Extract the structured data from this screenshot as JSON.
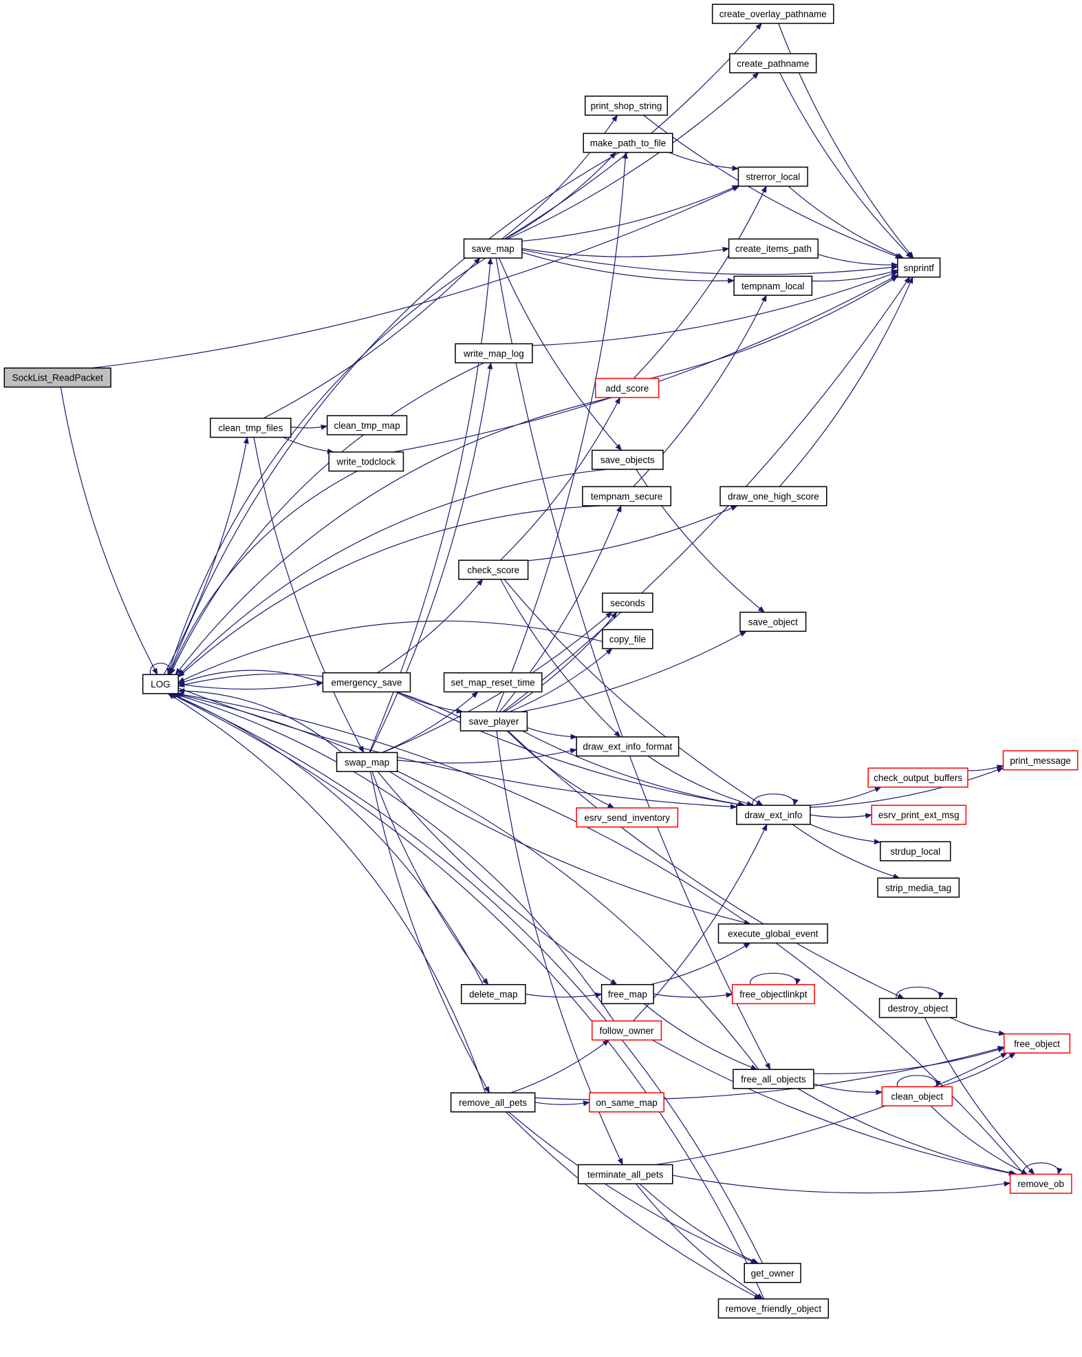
{
  "colors": {
    "edge": "#191970",
    "node_border": "#000000",
    "node_fill": "#ffffff",
    "root_fill": "#bfbfbf",
    "truncated_border": "#ff0000"
  },
  "nodes": {
    "sock": {
      "label": "SockList_ReadPacket",
      "style": "root"
    },
    "log": {
      "label": "LOG",
      "style": "normal"
    },
    "create_overlay": {
      "label": "create_overlay_pathname",
      "style": "normal"
    },
    "create_pathname": {
      "label": "create_pathname",
      "style": "normal"
    },
    "print_shop": {
      "label": "print_shop_string",
      "style": "normal"
    },
    "make_path": {
      "label": "make_path_to_file",
      "style": "normal"
    },
    "strerror": {
      "label": "strerror_local",
      "style": "normal"
    },
    "save_map": {
      "label": "save_map",
      "style": "normal"
    },
    "create_items": {
      "label": "create_items_path",
      "style": "normal"
    },
    "snprintf": {
      "label": "snprintf",
      "style": "normal"
    },
    "tempnam_local": {
      "label": "tempnam_local",
      "style": "normal"
    },
    "write_map_log": {
      "label": "write_map_log",
      "style": "normal"
    },
    "add_score": {
      "label": "add_score",
      "style": "truncated"
    },
    "clean_tmp_files": {
      "label": "clean_tmp_files",
      "style": "normal"
    },
    "clean_tmp_map": {
      "label": "clean_tmp_map",
      "style": "normal"
    },
    "write_todclock": {
      "label": "write_todclock",
      "style": "normal"
    },
    "save_objects": {
      "label": "save_objects",
      "style": "normal"
    },
    "tempnam_secure": {
      "label": "tempnam_secure",
      "style": "normal"
    },
    "draw_one_high": {
      "label": "draw_one_high_score",
      "style": "normal"
    },
    "check_score": {
      "label": "check_score",
      "style": "normal"
    },
    "seconds": {
      "label": "seconds",
      "style": "normal"
    },
    "save_object": {
      "label": "save_object",
      "style": "normal"
    },
    "copy_file": {
      "label": "copy_file",
      "style": "normal"
    },
    "emergency_save": {
      "label": "emergency_save",
      "style": "normal"
    },
    "set_map_reset": {
      "label": "set_map_reset_time",
      "style": "normal"
    },
    "save_player": {
      "label": "save_player",
      "style": "normal"
    },
    "draw_ext_fmt": {
      "label": "draw_ext_info_format",
      "style": "normal"
    },
    "swap_map": {
      "label": "swap_map",
      "style": "normal"
    },
    "print_message": {
      "label": "print_message",
      "style": "truncated"
    },
    "check_output": {
      "label": "check_output_buffers",
      "style": "truncated"
    },
    "draw_ext_info": {
      "label": "draw_ext_info",
      "style": "normal"
    },
    "esrv_send_inv": {
      "label": "esrv_send_inventory",
      "style": "truncated"
    },
    "esrv_print_ext": {
      "label": "esrv_print_ext_msg",
      "style": "truncated"
    },
    "strdup_local": {
      "label": "strdup_local",
      "style": "normal"
    },
    "strip_media": {
      "label": "strip_media_tag",
      "style": "normal"
    },
    "execute_global": {
      "label": "execute_global_event",
      "style": "normal"
    },
    "delete_map": {
      "label": "delete_map",
      "style": "normal"
    },
    "free_map": {
      "label": "free_map",
      "style": "normal"
    },
    "free_objlink": {
      "label": "free_objectlinkpt",
      "style": "truncated"
    },
    "destroy_object": {
      "label": "destroy_object",
      "style": "normal"
    },
    "follow_owner": {
      "label": "follow_owner",
      "style": "truncated"
    },
    "free_object": {
      "label": "free_object",
      "style": "truncated"
    },
    "free_all_objects": {
      "label": "free_all_objects",
      "style": "normal"
    },
    "remove_all_pets": {
      "label": "remove_all_pets",
      "style": "normal"
    },
    "on_same_map": {
      "label": "on_same_map",
      "style": "truncated"
    },
    "clean_object": {
      "label": "clean_object",
      "style": "truncated"
    },
    "terminate_all_pets": {
      "label": "terminate_all_pets",
      "style": "normal"
    },
    "remove_ob": {
      "label": "remove_ob",
      "style": "truncated"
    },
    "get_owner": {
      "label": "get_owner",
      "style": "normal"
    },
    "remove_friendly": {
      "label": "remove_friendly_object",
      "style": "normal"
    }
  },
  "edges": [
    [
      "sock",
      "log"
    ],
    [
      "sock",
      "strerror"
    ],
    [
      "log",
      "log"
    ],
    [
      "save_map",
      "create_overlay"
    ],
    [
      "save_map",
      "create_pathname"
    ],
    [
      "save_map",
      "print_shop"
    ],
    [
      "save_map",
      "make_path"
    ],
    [
      "save_map",
      "strerror"
    ],
    [
      "save_map",
      "snprintf"
    ],
    [
      "save_map",
      "create_items"
    ],
    [
      "save_map",
      "tempnam_local"
    ],
    [
      "save_map",
      "save_objects"
    ],
    [
      "save_map",
      "free_all_objects"
    ],
    [
      "save_map",
      "log"
    ],
    [
      "make_path",
      "strerror"
    ],
    [
      "make_path",
      "log"
    ],
    [
      "create_overlay",
      "snprintf"
    ],
    [
      "create_pathname",
      "snprintf"
    ],
    [
      "print_shop",
      "snprintf"
    ],
    [
      "strerror",
      "snprintf"
    ],
    [
      "create_items",
      "snprintf"
    ],
    [
      "tempnam_local",
      "snprintf"
    ],
    [
      "write_map_log",
      "snprintf"
    ],
    [
      "write_map_log",
      "log"
    ],
    [
      "add_score",
      "snprintf"
    ],
    [
      "add_score",
      "strerror"
    ],
    [
      "add_score",
      "log"
    ],
    [
      "clean_tmp_files",
      "clean_tmp_map"
    ],
    [
      "clean_tmp_files",
      "write_todclock"
    ],
    [
      "clean_tmp_files",
      "save_map"
    ],
    [
      "clean_tmp_files",
      "swap_map"
    ],
    [
      "write_todclock",
      "snprintf"
    ],
    [
      "write_todclock",
      "log"
    ],
    [
      "save_objects",
      "save_object"
    ],
    [
      "save_objects",
      "log"
    ],
    [
      "tempnam_secure",
      "tempnam_local"
    ],
    [
      "tempnam_secure",
      "log"
    ],
    [
      "draw_one_high",
      "snprintf"
    ],
    [
      "check_score",
      "add_score"
    ],
    [
      "check_score",
      "draw_one_high"
    ],
    [
      "check_score",
      "draw_ext_fmt"
    ],
    [
      "check_score",
      "draw_ext_info"
    ],
    [
      "copy_file",
      "log"
    ],
    [
      "emergency_save",
      "check_score"
    ],
    [
      "emergency_save",
      "save_player"
    ],
    [
      "emergency_save",
      "log"
    ],
    [
      "emergency_save",
      "draw_ext_info"
    ],
    [
      "log",
      "emergency_save"
    ],
    [
      "log",
      "clean_tmp_files"
    ],
    [
      "log",
      "draw_ext_info"
    ],
    [
      "save_player",
      "make_path"
    ],
    [
      "save_player",
      "tempnam_secure"
    ],
    [
      "save_player",
      "seconds"
    ],
    [
      "save_player",
      "copy_file"
    ],
    [
      "save_player",
      "save_object"
    ],
    [
      "save_player",
      "snprintf"
    ],
    [
      "save_player",
      "draw_ext_fmt"
    ],
    [
      "save_player",
      "esrv_send_inv"
    ],
    [
      "save_player",
      "draw_ext_info"
    ],
    [
      "save_player",
      "destroy_object"
    ],
    [
      "save_player",
      "terminate_all_pets"
    ],
    [
      "save_player",
      "log"
    ],
    [
      "swap_map",
      "save_map"
    ],
    [
      "swap_map",
      "write_map_log"
    ],
    [
      "swap_map",
      "set_map_reset"
    ],
    [
      "swap_map",
      "seconds"
    ],
    [
      "swap_map",
      "draw_ext_fmt"
    ],
    [
      "swap_map",
      "execute_global"
    ],
    [
      "swap_map",
      "free_map"
    ],
    [
      "swap_map",
      "delete_map"
    ],
    [
      "swap_map",
      "remove_all_pets"
    ],
    [
      "swap_map",
      "log"
    ],
    [
      "draw_ext_fmt",
      "draw_ext_info"
    ],
    [
      "draw_ext_info",
      "draw_ext_info"
    ],
    [
      "draw_ext_info",
      "print_message"
    ],
    [
      "draw_ext_info",
      "check_output"
    ],
    [
      "draw_ext_info",
      "esrv_print_ext"
    ],
    [
      "draw_ext_info",
      "strdup_local"
    ],
    [
      "draw_ext_info",
      "strip_media"
    ],
    [
      "check_output",
      "print_message"
    ],
    [
      "delete_map",
      "free_map"
    ],
    [
      "delete_map",
      "log"
    ],
    [
      "free_map",
      "execute_global"
    ],
    [
      "free_map",
      "free_objlink"
    ],
    [
      "free_map",
      "free_all_objects"
    ],
    [
      "free_objlink",
      "free_objlink"
    ],
    [
      "destroy_object",
      "destroy_object"
    ],
    [
      "destroy_object",
      "free_object"
    ],
    [
      "destroy_object",
      "remove_ob"
    ],
    [
      "follow_owner",
      "draw_ext_info"
    ],
    [
      "follow_owner",
      "remove_ob"
    ],
    [
      "follow_owner",
      "log"
    ],
    [
      "free_all_objects",
      "free_object"
    ],
    [
      "free_all_objects",
      "clean_object"
    ],
    [
      "free_all_objects",
      "remove_ob"
    ],
    [
      "free_all_objects",
      "log"
    ],
    [
      "remove_all_pets",
      "follow_owner"
    ],
    [
      "remove_all_pets",
      "on_same_map"
    ],
    [
      "remove_all_pets",
      "free_object"
    ],
    [
      "remove_all_pets",
      "get_owner"
    ],
    [
      "remove_all_pets",
      "remove_friendly"
    ],
    [
      "remove_all_pets",
      "log"
    ],
    [
      "clean_object",
      "clean_object"
    ],
    [
      "clean_object",
      "free_object"
    ],
    [
      "clean_object",
      "remove_ob"
    ],
    [
      "terminate_all_pets",
      "free_object"
    ],
    [
      "terminate_all_pets",
      "remove_ob"
    ],
    [
      "terminate_all_pets",
      "get_owner"
    ],
    [
      "terminate_all_pets",
      "remove_friendly"
    ],
    [
      "remove_ob",
      "remove_ob"
    ],
    [
      "remove_ob",
      "log"
    ],
    [
      "get_owner",
      "log"
    ],
    [
      "remove_friendly",
      "log"
    ]
  ]
}
